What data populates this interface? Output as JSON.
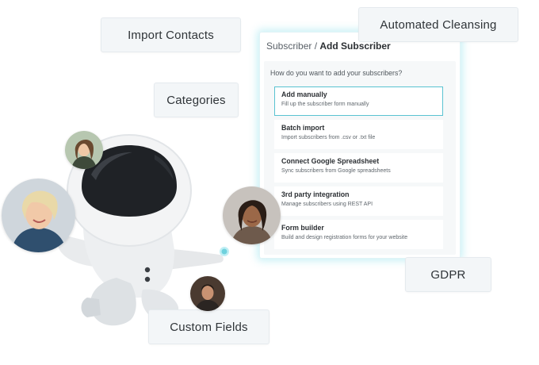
{
  "tags": {
    "import_contacts": "Import Contacts",
    "automated_cleansing": "Automated Cleansing",
    "categories": "Categories",
    "gdpr": "GDPR",
    "custom_fields": "Custom Fields"
  },
  "card": {
    "breadcrumb_parent": "Subscriber",
    "breadcrumb_separator": " / ",
    "breadcrumb_current": "Add Subscriber",
    "question": "How do you want to add your subscribers?",
    "options": [
      {
        "title": "Add manually",
        "desc": "Fill up the subscriber form manually",
        "selected": true
      },
      {
        "title": "Batch import",
        "desc": "Import subscribers from .csv or .txt file",
        "selected": false
      },
      {
        "title": "Connect Google Spreadsheet",
        "desc": "Sync subscribers from Google spreadsheets",
        "selected": false
      },
      {
        "title": "3rd party integration",
        "desc": "Manage subscribers using REST API",
        "selected": false
      },
      {
        "title": "Form builder",
        "desc": "Build and design registration forms for your website",
        "selected": false
      }
    ]
  },
  "colors": {
    "accent": "#5ac3d1",
    "glow": "#8ce1eb",
    "tag_background": "#f3f6f8",
    "mascot_body": "#e9ebed",
    "mascot_visor": "#1f2226"
  },
  "icons": {
    "mascot": "astronaut-mascot-illustration",
    "avatars": [
      "user-avatar-icon",
      "user-avatar-icon",
      "user-avatar-icon",
      "user-avatar-icon"
    ]
  }
}
